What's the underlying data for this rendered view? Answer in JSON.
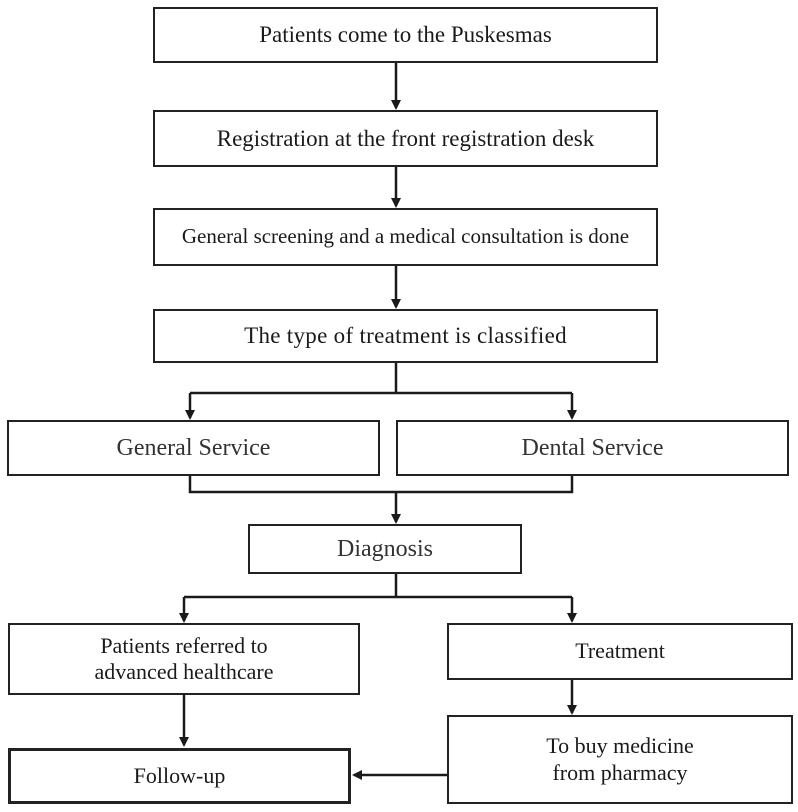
{
  "diagram": {
    "steps": {
      "arrival": "Patients come to the Puskesmas",
      "registration": "Registration at the front registration desk",
      "screening": "General screening and a medical consultation is done",
      "classification": "The type of treatment is classified",
      "general_service": "General Service",
      "dental_service": "Dental Service",
      "diagnosis": "Diagnosis",
      "referral": "Patients referred to\nadvanced healthcare",
      "treatment": "Treatment",
      "medicine": "To buy medicine\nfrom pharmacy",
      "follow_up": "Follow-up"
    },
    "colors": {
      "line": "#1a1a1a",
      "box_border": "#222222",
      "background": "#ffffff"
    }
  }
}
